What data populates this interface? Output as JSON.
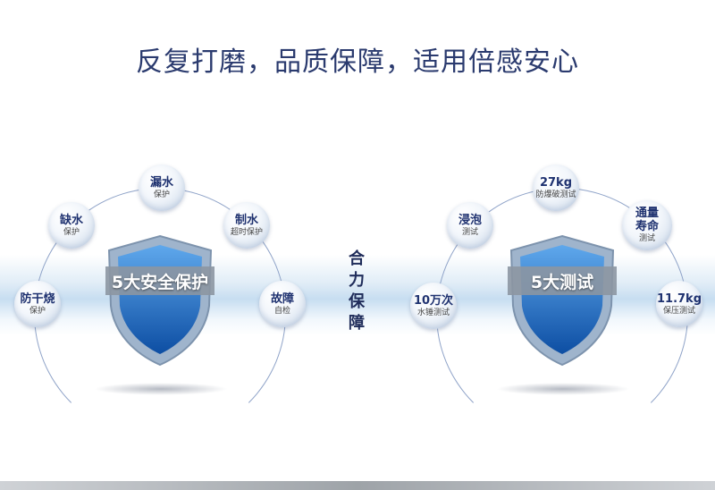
{
  "headline": "反复打磨，品质保障，适用倍感安心",
  "center_label": [
    "合",
    "力",
    "保",
    "障"
  ],
  "left_group": {
    "shield_text": "5大安全保护",
    "bubbles": [
      {
        "title": "漏水",
        "sub": "保护"
      },
      {
        "title": "缺水",
        "sub": "保护"
      },
      {
        "title": "制水",
        "sub": "超时保护"
      },
      {
        "title": "防干烧",
        "sub": "保护"
      },
      {
        "title": "故障",
        "sub": "自检"
      }
    ]
  },
  "right_group": {
    "shield_text": "5大测试",
    "bubbles": [
      {
        "title": "27kg",
        "sub": "防爆破测试"
      },
      {
        "title": "浸泡",
        "sub": "测试"
      },
      {
        "title": "通量寿命",
        "sub": "测试"
      },
      {
        "title": "10万次",
        "sub": "水锤测试"
      },
      {
        "title": "11.7kg",
        "sub": "保压测试"
      }
    ]
  },
  "colors": {
    "shield_blue": "#1e6fc8",
    "headline": "#2a3a6e",
    "accent": "#1f3270"
  }
}
